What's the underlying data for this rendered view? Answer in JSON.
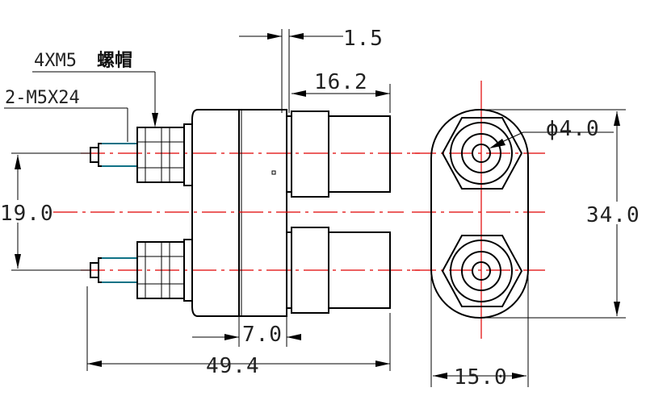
{
  "drawing": {
    "colors": {
      "outline": "#000000",
      "centerline": "#e10000",
      "thread": "#19b7d6"
    },
    "notes": {
      "nut": {
        "qty": "4XM5",
        "name": "螺帽"
      },
      "screw": "2-M5X24"
    },
    "dimensions": {
      "flange_thickness": "1.5",
      "sleeve_length": "16.2",
      "hole_diameter": "ϕ4.0",
      "pitch": "19.0",
      "height": "34.0",
      "front_section": "7.0",
      "overall_length": "49.4",
      "width": "15.0"
    }
  }
}
